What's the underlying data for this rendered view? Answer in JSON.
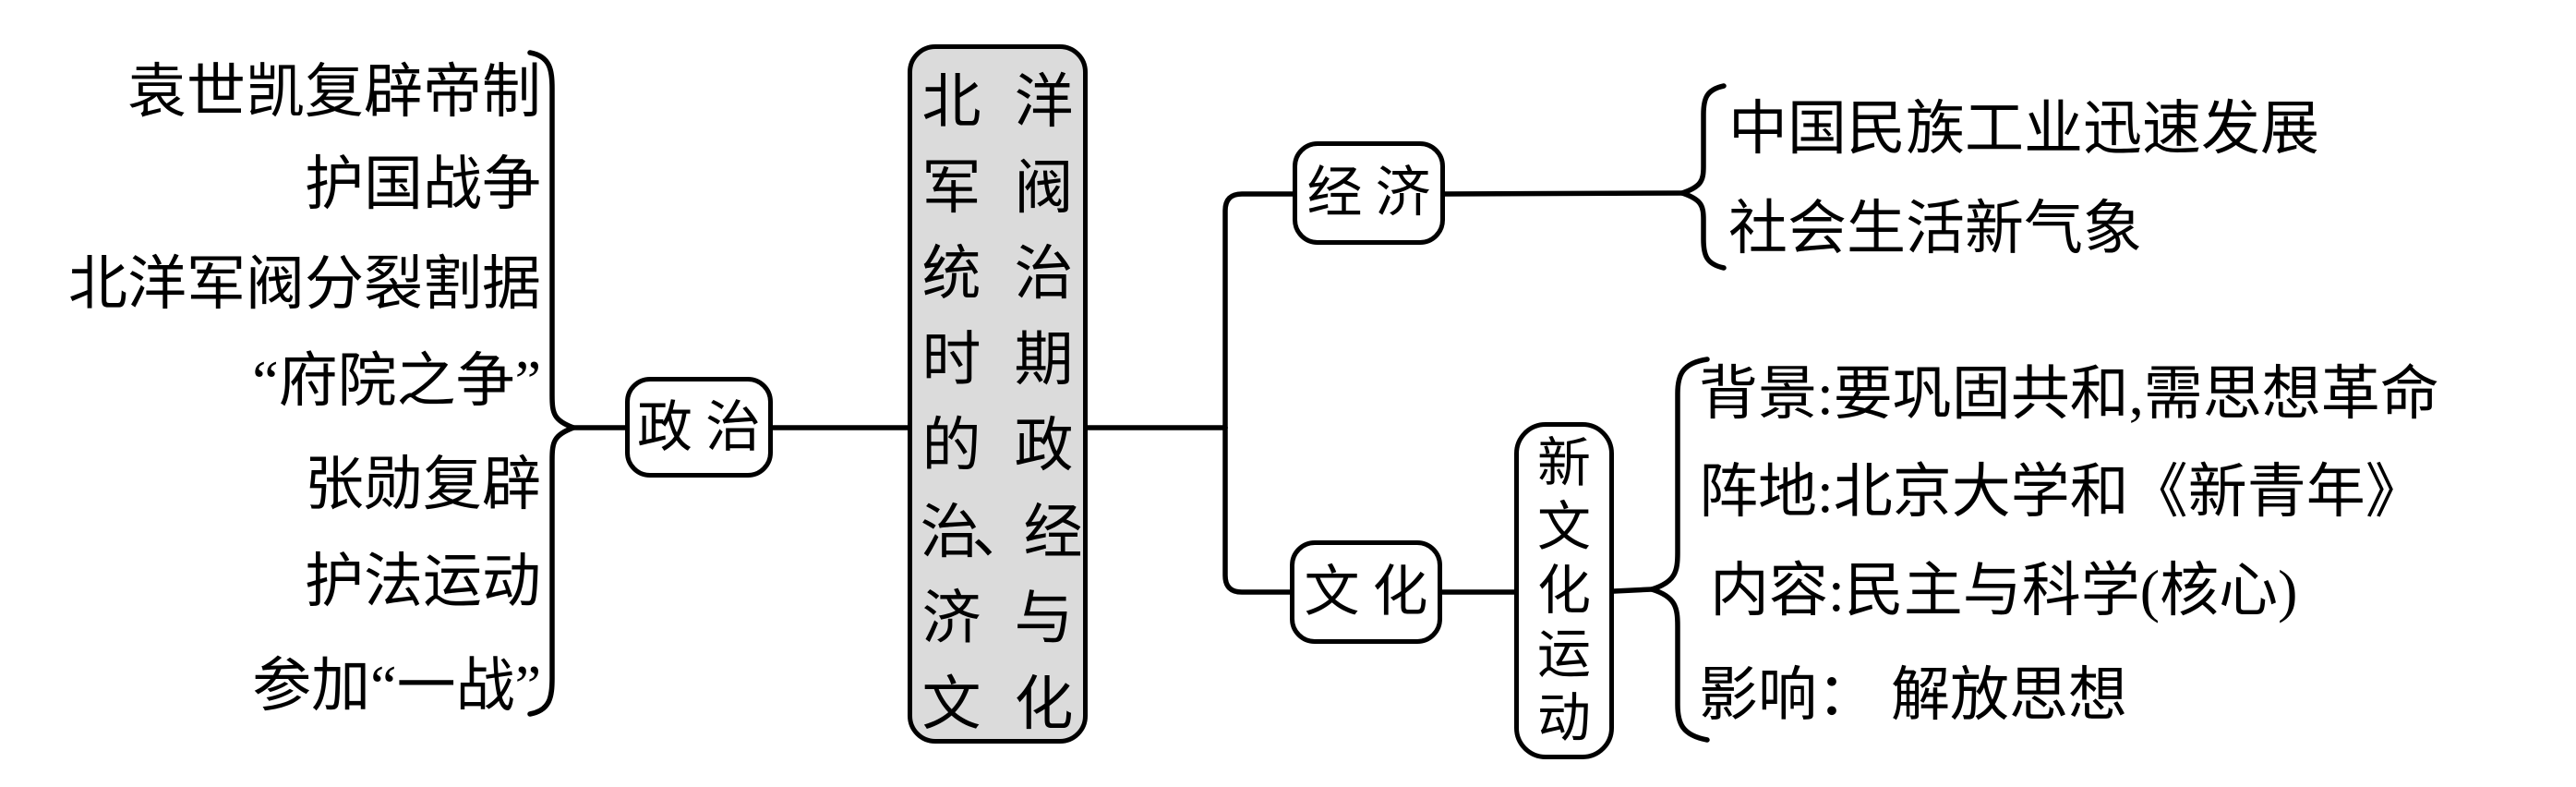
{
  "colors": {
    "background": "#ffffff",
    "line": "#000000",
    "center_box_fill": "#dbdbdb"
  },
  "politics": {
    "label": "政治",
    "items": [
      "袁世凯复辟帝制",
      "护国战争",
      "北洋军阀分裂割据",
      "“府院之争”",
      "张勋复辟",
      "护法运动",
      "参加“一战”"
    ]
  },
  "center": {
    "title": "北洋军阀统治时期的政治、经济与文化",
    "lines": [
      "北洋",
      "军阀",
      "统治",
      "时期",
      "的政",
      "治、经",
      "济与",
      "文化"
    ]
  },
  "economy": {
    "label": "经济",
    "items": [
      "中国民族工业迅速发展",
      "社会生活新气象"
    ]
  },
  "culture": {
    "label": "文化",
    "movement": "新文化运动",
    "items": [
      "背景:要巩固共和,需思想革命",
      "阵地:北京大学和《新青年》",
      "内容:民主与科学(核心)",
      "影响： 解放思想"
    ]
  }
}
